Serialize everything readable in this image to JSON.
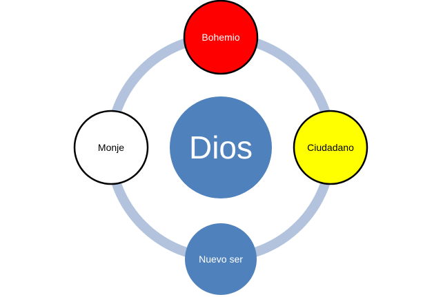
{
  "diagram": {
    "center": {
      "label": "Dios",
      "fill": "#4f81bd",
      "text_color": "#ffffff"
    },
    "ring_color": "#b3c3de",
    "nodes": [
      {
        "id": "top",
        "label": "Bohemio",
        "fill": "#ff0000",
        "text_color": "#ffffff"
      },
      {
        "id": "right",
        "label": "Ciudadano",
        "fill": "#ffff00",
        "text_color": "#000000"
      },
      {
        "id": "bottom",
        "label": "Nuevo ser",
        "fill": "#4f81bd",
        "text_color": "#ffffff"
      },
      {
        "id": "left",
        "label": "Monje",
        "fill": "#ffffff",
        "text_color": "#000000"
      }
    ]
  }
}
